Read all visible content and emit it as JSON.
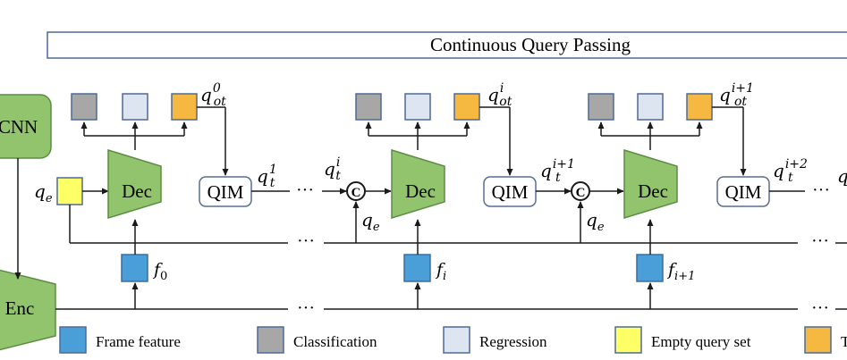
{
  "title": "Continuous Query Passing",
  "blocks": {
    "cnn": "CNN",
    "enc": "Enc",
    "dec": "Dec",
    "qim": "QIM",
    "concat": "C"
  },
  "math": {
    "q_e_input": {
      "base": "q",
      "sub": "e"
    },
    "qot_0": {
      "base": "q",
      "sup": "0",
      "sub": "ot"
    },
    "qot_i": {
      "base": "q",
      "sup": "i",
      "sub": "ot"
    },
    "qot_i1": {
      "base": "q",
      "sup": "i+1",
      "sub": "ot"
    },
    "qt_1": {
      "base": "q",
      "sup": "1",
      "sub": "t"
    },
    "qt_i": {
      "base": "q",
      "sup": "i",
      "sub": "t"
    },
    "qt_i1": {
      "base": "q",
      "sup": "i+1",
      "sub": "t"
    },
    "qt_i2": {
      "base": "q",
      "sup": "i+2",
      "sub": "t"
    },
    "qe_concat1": {
      "base": "q",
      "sub": "e"
    },
    "qe_concat2": {
      "base": "q",
      "sub": "e"
    },
    "f_0": {
      "base": "f",
      "sub": "0"
    },
    "f_i": {
      "base": "f",
      "sub": "i"
    },
    "f_i1": {
      "base": "f",
      "sub": "i+1"
    },
    "cut_q": "q"
  },
  "ellipsis": "···",
  "legend": [
    {
      "label": "Frame feature",
      "color": "#4a9fd8"
    },
    {
      "label": "Classification",
      "color": "#a7a7a7"
    },
    {
      "label": "Regression",
      "color": "#dde5f1"
    },
    {
      "label": "Empty query set",
      "color": "#ffff66"
    },
    {
      "label": "T",
      "color": "#f5b942"
    }
  ],
  "colors": {
    "frame": "#4a9fd8",
    "classification": "#a7a7a7",
    "regression": "#dde5f1",
    "empty": "#ffff66",
    "track": "#f5b942",
    "module": "#92c46e",
    "module_stroke": "#5c8c44",
    "line": "#1a1a1a",
    "box_stroke": "#5a6f8f"
  }
}
